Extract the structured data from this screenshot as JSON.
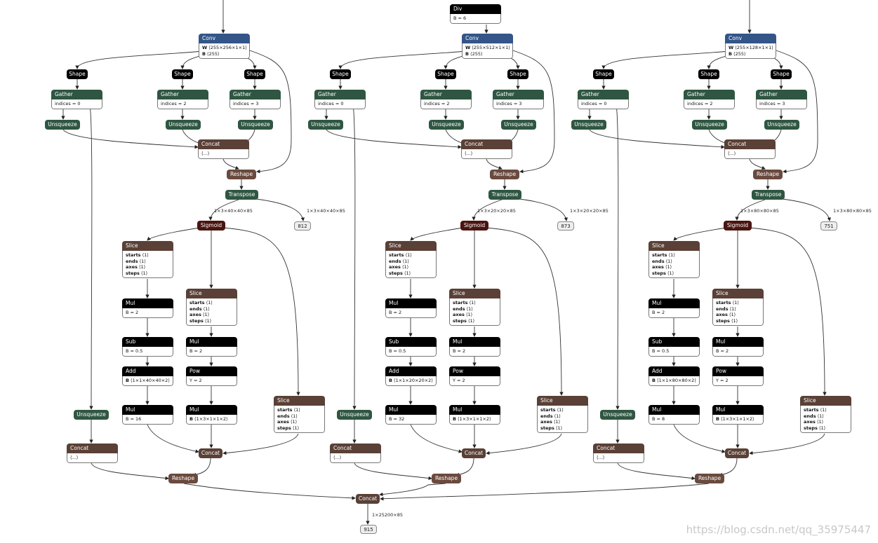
{
  "top_node": {
    "op": "Div",
    "attr": "B = 6"
  },
  "columns": [
    {
      "conv_w": "⟨255×256×1×1⟩",
      "conv_b": "⟨255⟩",
      "edge_main": "1×3×40×40×85",
      "edge_side": "1×3×40×40×85",
      "tensor_id": "812",
      "mul_b": "B = 16",
      "add_b": "⟨1×1×40×40×2⟩",
      "mul2_b": "⟨1×3×1×1×2⟩"
    },
    {
      "conv_w": "⟨255×512×1×1⟩",
      "conv_b": "⟨255⟩",
      "edge_main": "1×3×20×20×85",
      "edge_side": "1×3×20×20×85",
      "tensor_id": "873",
      "mul_b": "B = 32",
      "add_b": "⟨1×1×20×20×2⟩",
      "mul2_b": "⟨1×3×1×1×2⟩"
    },
    {
      "conv_w": "⟨255×128×1×1⟩",
      "conv_b": "⟨255⟩",
      "edge_main": "1×3×80×80×85",
      "edge_side": "1×3×80×80×85",
      "tensor_id": "751",
      "mul_b": "B = 8",
      "add_b": "⟨1×1×80×80×2⟩",
      "mul2_b": "⟨1×3×1×1×2⟩"
    }
  ],
  "ops": {
    "conv": "Conv",
    "shape": "Shape",
    "gather": "Gather",
    "unsqueeze": "Unsqueeze",
    "concat": "Concat",
    "reshape": "Reshape",
    "transpose": "Transpose",
    "sigmoid": "Sigmoid",
    "slice": "Slice",
    "mul": "Mul",
    "sub": "Sub",
    "add": "Add",
    "pow": "Pow"
  },
  "attrs": {
    "w_key": "W",
    "b_key": "B",
    "indices0": "indices = 0",
    "indices2": "indices = 2",
    "indices3": "indices = 3",
    "concat_dots": "⟨...⟩",
    "starts": "starts",
    "ends": "ends",
    "axes": "axes",
    "steps": "steps",
    "one": "⟨1⟩",
    "mul_b2": "B = 2",
    "sub_b": "B = 0.5",
    "pow_y": "Y = 2"
  },
  "final": {
    "op": "Concat",
    "edge_label": "1×25200×85",
    "tensor_id": "915"
  },
  "watermark": "https://blog.csdn.net/qq_35975447"
}
